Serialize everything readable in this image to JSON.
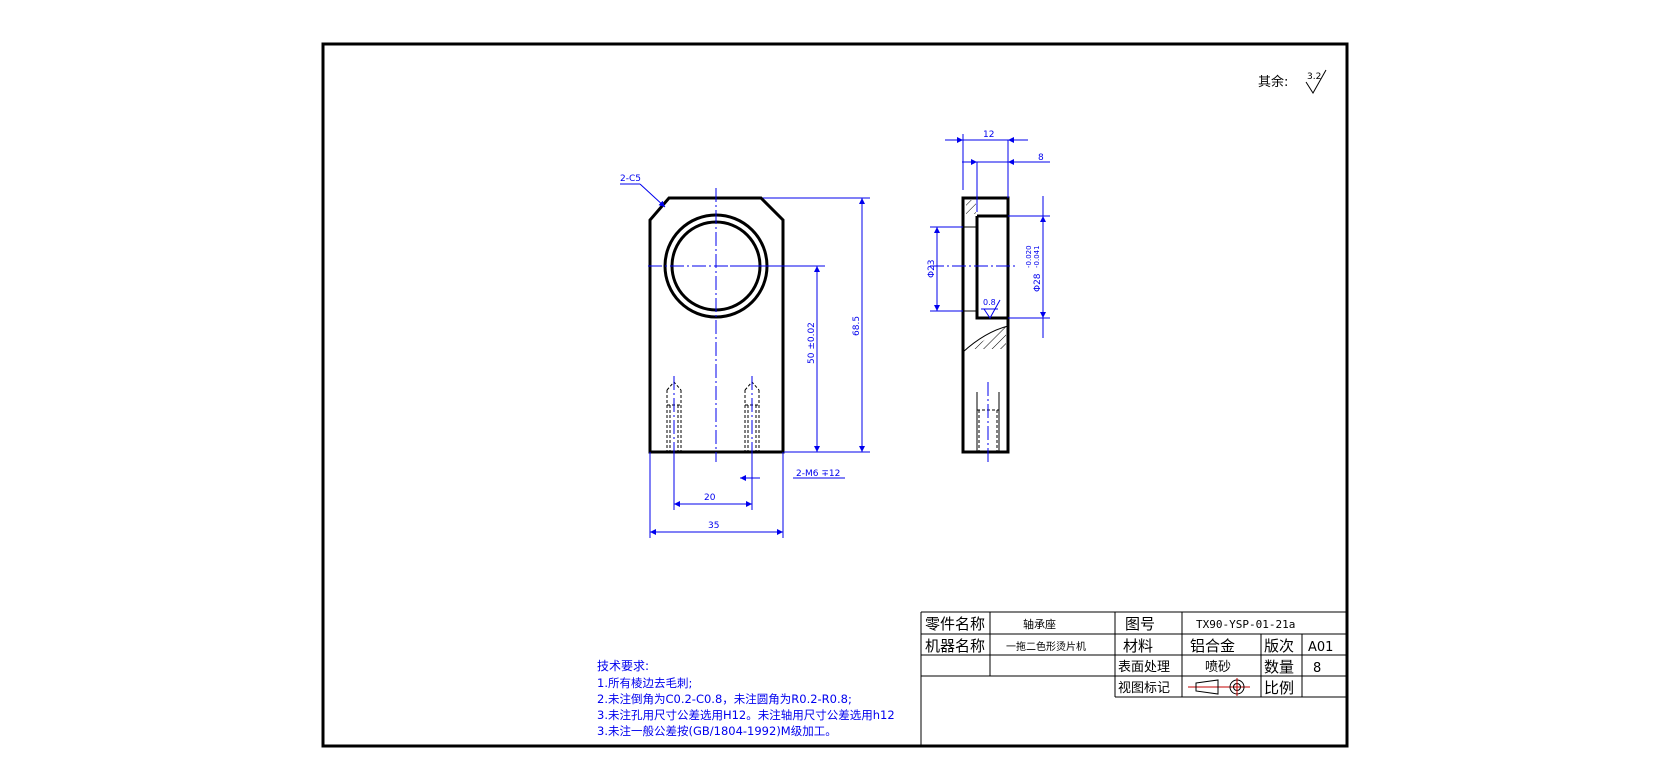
{
  "surface_note": {
    "label": "其余:",
    "roughness": "3.2"
  },
  "dimensions": {
    "chamfer": "2-C5",
    "width_overall": "35",
    "hole_spacing": "20",
    "center_height": "50 ±0.02",
    "height_overall": "68.5",
    "thread_callout": "2-M6 ∓12",
    "side_width": "12",
    "side_step": "8",
    "bore_inner": "Φ23",
    "bore_outer": "Φ28",
    "bore_tol_upper": "-0.020",
    "bore_tol_lower": "-0.041",
    "side_roughness": "0.8"
  },
  "tech_requirements": {
    "title": "技术要求:",
    "items": [
      "1.所有棱边去毛刺;",
      "2.未注倒角为C0.2-C0.8，未注圆角为R0.2-R0.8;",
      "3.未注孔用尺寸公差选用H12。未注轴用尺寸公差选用h12",
      "3.未注一般公差按(GB/1804-1992)M级加工。"
    ]
  },
  "title_block": {
    "part_name_label": "零件名称",
    "part_name": "轴承座",
    "drawing_no_label": "图号",
    "drawing_no": "TX90-YSP-01-21a",
    "machine_label": "机器名称",
    "machine_name": "一拖二色形烫片机",
    "material_label": "材料",
    "material": "铝合金",
    "revision_label": "版次",
    "revision": "A01",
    "surface_label": "表面处理",
    "surface": "喷砂",
    "quantity_label": "数量",
    "quantity": "8",
    "view_label": "视图标记",
    "scale_label": "比例"
  }
}
